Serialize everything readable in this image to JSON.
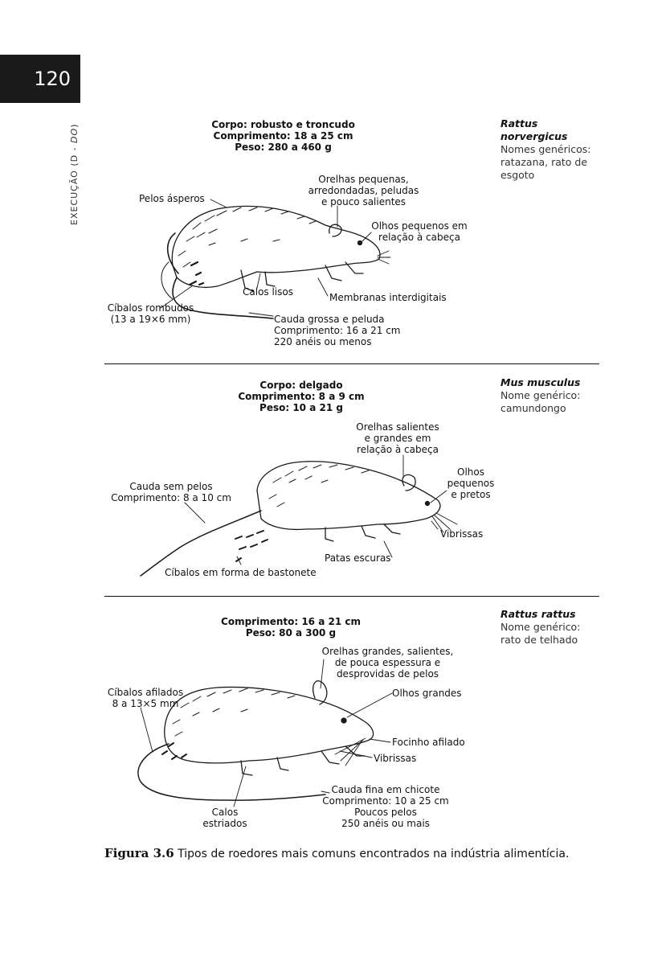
{
  "page_number": "120",
  "running_head": {
    "prefix": "EXECUÇÃO (D - ",
    "italic": "DO",
    "suffix": ")"
  },
  "species": [
    {
      "name": "Rattus norvergicus",
      "name_line1": "Rattus",
      "name_line2": "norvergicus",
      "common_label": "Nomes genéricos:",
      "common_names": "ratazana, rato de esgoto",
      "header": [
        "Corpo: robusto e troncudo",
        "Comprimento: 18 a 25 cm",
        "Peso: 280 a 460 g"
      ],
      "labels": {
        "ears": [
          "Orelhas pequenas,",
          "arredondadas, peludas",
          "e pouco salientes"
        ],
        "hair": "Pelos ásperos",
        "eyes": [
          "Olhos pequenos em",
          "relação à cabeça"
        ],
        "calluses": "Calos lisos",
        "membranes": "Membranas interdigitais",
        "droppings": [
          "Cíbalos rombudos",
          "(13 a 19×6 mm)"
        ],
        "tail": [
          "Cauda grossa e peluda",
          "Comprimento: 16 a 21 cm",
          "220 anéis ou menos"
        ]
      }
    },
    {
      "name": "Mus musculus",
      "common_label": "Nome genérico:",
      "common_names": "camundongo",
      "header": [
        "Corpo: delgado",
        "Comprimento: 8 a 9 cm",
        "Peso: 10 a 21 g"
      ],
      "labels": {
        "ears": [
          "Orelhas salientes",
          "e grandes em",
          "relação à cabeça"
        ],
        "eyes": [
          "Olhos",
          "pequenos",
          "e pretos"
        ],
        "tail": [
          "Cauda sem pelos",
          "Comprimento: 8 a 10 cm"
        ],
        "whiskers": "Vibrissas",
        "paws": "Patas escuras",
        "droppings": "Cíbalos em forma de bastonete"
      }
    },
    {
      "name": "Rattus rattus",
      "common_label": "Nome genérico:",
      "common_names": "rato de telhado",
      "header": [
        "Comprimento: 16 a 21 cm",
        "Peso: 80 a 300 g"
      ],
      "labels": {
        "ears": [
          "Orelhas grandes, salientes,",
          "de pouca espessura e",
          "desprovidas de pelos"
        ],
        "droppings": [
          "Cíbalos afilados",
          "8 a 13×5 mm"
        ],
        "eyes": "Olhos grandes",
        "snout": "Focinho afilado",
        "whiskers": "Vibrissas",
        "tail": [
          "Cauda fina em chicote",
          "Comprimento: 10 a 25 cm",
          "Poucos pelos",
          "250 anéis ou mais"
        ],
        "calluses": [
          "Calos",
          "estriados"
        ]
      }
    }
  ],
  "caption": {
    "figure": "Figura 3.6",
    "text": "Tipos de roedores mais comuns encontrados na indústria alimentícia."
  }
}
